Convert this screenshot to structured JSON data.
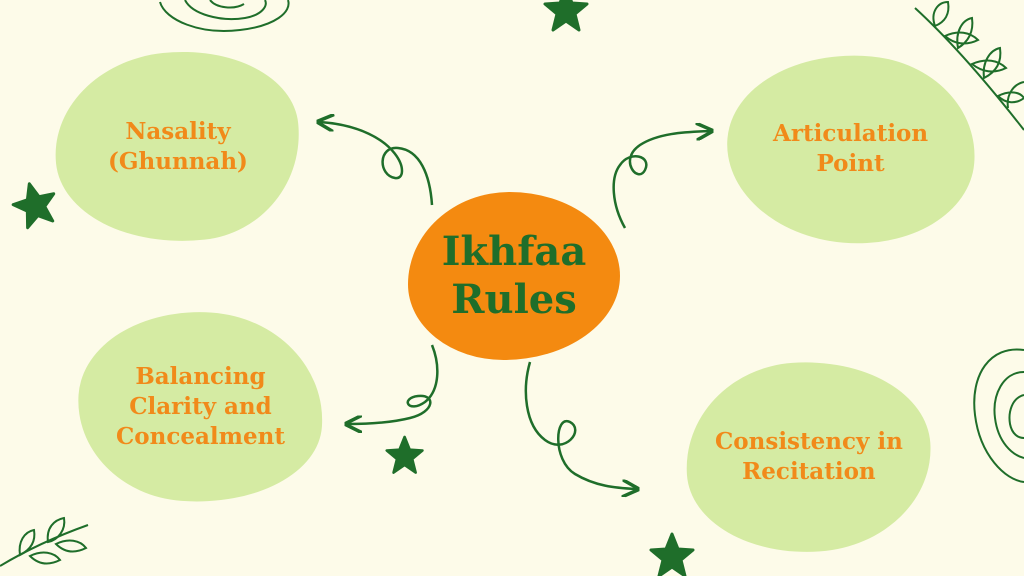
{
  "center": {
    "label": "Ikhfaa\nRules"
  },
  "nodes": [
    {
      "id": "nasality",
      "label": "Nasality\n(Ghunnah)"
    },
    {
      "id": "articulation",
      "label": "Articulation\nPoint"
    },
    {
      "id": "balancing",
      "label": "Balancing\nClarity and\nConcealment"
    },
    {
      "id": "consistency",
      "label": "Consistency in\nRecitation"
    }
  ],
  "colors": {
    "background": "#FDFBE9",
    "node_fill": "#D5EBA3",
    "node_text": "#F18A1A",
    "center_fill": "#F48A10",
    "center_text": "#1F6E2A",
    "accent_green": "#1F6E2A"
  },
  "decorations": [
    "star-icon",
    "leaf-sprig-icon",
    "swirl-icon",
    "curly-arrow-icon"
  ]
}
